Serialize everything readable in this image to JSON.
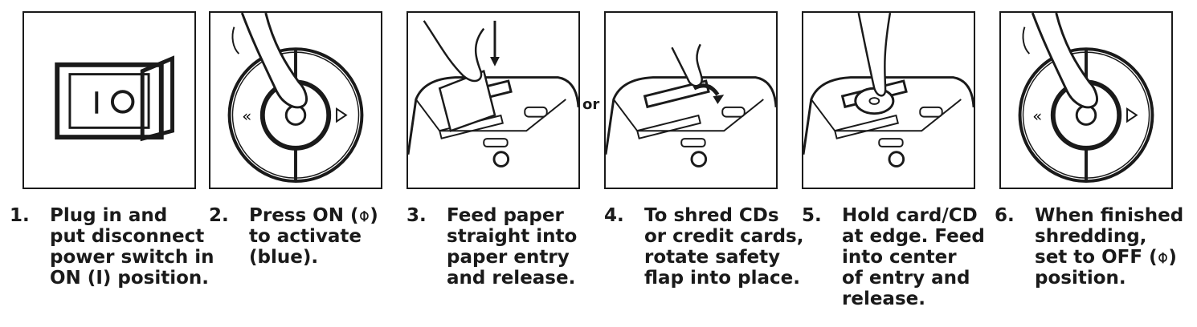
{
  "or_label": "or",
  "steps": [
    {
      "num": "1.",
      "lines": [
        "Plug in and",
        "put disconnect",
        "power switch in",
        "ON (I) position."
      ]
    },
    {
      "num": "2.",
      "lines": [
        "Press ON (⌽)",
        "to activate",
        "(blue)."
      ]
    },
    {
      "num": "3.",
      "lines": [
        "Feed paper",
        "straight into",
        "paper entry",
        "and release."
      ]
    },
    {
      "num": "4.",
      "lines": [
        "To shred CDs",
        "or credit cards,",
        "rotate safety",
        "flap into place."
      ]
    },
    {
      "num": "5.",
      "lines": [
        "Hold card/CD",
        "at edge. Feed",
        "into center",
        "of entry and",
        "release."
      ]
    },
    {
      "num": "6.",
      "lines": [
        "When finished",
        "shredding,",
        "set to OFF (⌽)",
        "position."
      ]
    }
  ],
  "switch_labels": {
    "on": "I",
    "off": "O"
  },
  "dial_arrows": {
    "left": "«",
    "right": "▷"
  }
}
